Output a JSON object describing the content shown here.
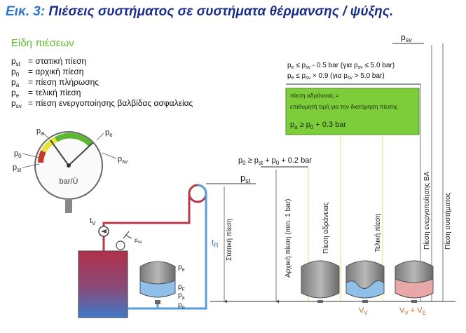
{
  "title": {
    "number": "Εικ. 3:",
    "text": " Πιέσεις συστήματος σε συστήματα θέρμανσης / ψύξης."
  },
  "legend": {
    "heading": "Είδη πιέσεων",
    "items": [
      {
        "sym": "p",
        "sub": "st",
        "desc": "= στατική πίεση"
      },
      {
        "sym": "p",
        "sub": "0",
        "desc": "= αρχική πίεση"
      },
      {
        "sym": "p",
        "sub": "a",
        "desc": "= πίεση πλήρωσης"
      },
      {
        "sym": "p",
        "sub": "e",
        "desc": "= τελική πίεση"
      },
      {
        "sym": "p",
        "sub": "sv",
        "desc": "= πίεση ενεργοποίησης βαλβίδας ασφαλείας"
      }
    ]
  },
  "gauge": {
    "unit": "bar/Ü",
    "labels": {
      "pa": "pa",
      "pe": "pe",
      "p0": "p0",
      "pst": "pst",
      "psv": "psv"
    },
    "colors": {
      "red": "#c0392b",
      "yellow": "#e8e23a",
      "green": "#5cb830"
    }
  },
  "formulas": {
    "psv": "psv",
    "pe_rule_1": "pe ≤ psv - 0.5 bar (για psv ≤ 5.0 bar)",
    "pe_rule_2": "pe ≤ psv × 0.9 (για psv > 5.0 bar)",
    "green_line_1": "πίεση αδράνειας =",
    "green_line_2": "επιθυμητή τιμή για την διατήρηση πίεσης",
    "green_formula": "pa ≥ p0 + 0.3 bar",
    "p0_rule": "p0 ≥ pst + p0 + 0.2 bar",
    "pst": "pst"
  },
  "vertical_labels": {
    "static": "Στατική πίεση",
    "initial": "Αρχική πίεση (min. 1 bar)",
    "inertia": "Πίεση αδράνειας",
    "final": "Τελική πίεση",
    "activation": "Πίεση ενεργοποίησης ΒΑ",
    "system": "Πίεση συστήματος"
  },
  "system_labels": {
    "tv": "tv",
    "tr": "tR",
    "psv": "psv",
    "pe": "pe",
    "pf": "pF",
    "pa": "pa",
    "p0": "p0"
  },
  "vessel_labels": {
    "vv": "Vv",
    "vv_ve": "Vv + Ve"
  },
  "colors": {
    "title_blue": "#1a2f8a",
    "heading_green": "#5cb830",
    "green_box": "#7dcc3a",
    "pipe_red": "#b83a4a",
    "pipe_blue": "#5a9ed8",
    "yellow_line": "#e8e06a"
  }
}
